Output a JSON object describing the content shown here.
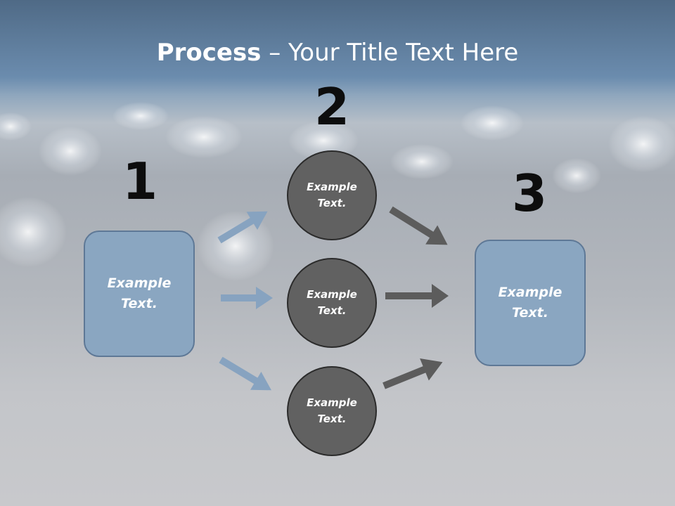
{
  "slide": {
    "title_bold": "Process",
    "title_rest": " – Your Title Text Here"
  },
  "steps": [
    {
      "number": "1",
      "text": "Example\nText."
    },
    {
      "number": "2",
      "texts": [
        "Example\nText.",
        "Example\nText.",
        "Example\nText."
      ]
    },
    {
      "number": "3",
      "text": "Example\nText."
    }
  ],
  "colors": {
    "box_fill": "#8aa6c1",
    "circle_fill": "#616161",
    "left_arrow": "#87a3c0",
    "right_arrow": "#5c5c5c"
  }
}
